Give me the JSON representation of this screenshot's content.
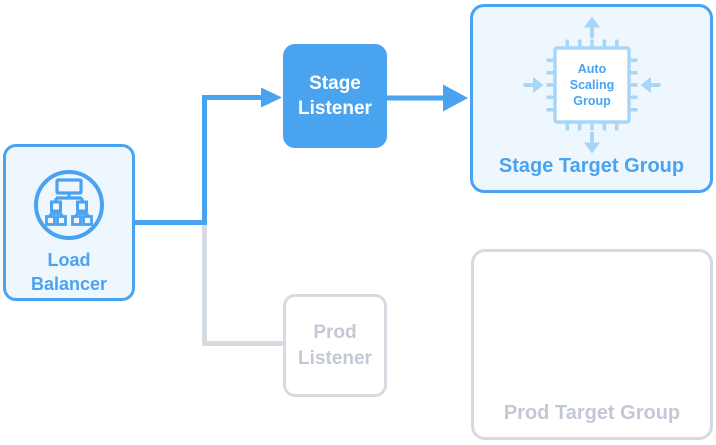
{
  "colors": {
    "accent_blue": "#4aa3ef",
    "light_blue_fill": "#eef6fe",
    "pale_blue_icon": "#a9d5f7",
    "inactive_gray_border": "#d6dae1",
    "inactive_gray_text": "#c3c9d4"
  },
  "nodes": {
    "load_balancer": {
      "label": "Load Balancer"
    },
    "stage_listener": {
      "label": "Stage Listener"
    },
    "prod_listener": {
      "label": "Prod Listener"
    },
    "stage_target_group": {
      "label": "Stage Target Group",
      "asg_label": "Auto Scaling Group"
    },
    "prod_target_group": {
      "label": "Prod Target Group"
    }
  }
}
